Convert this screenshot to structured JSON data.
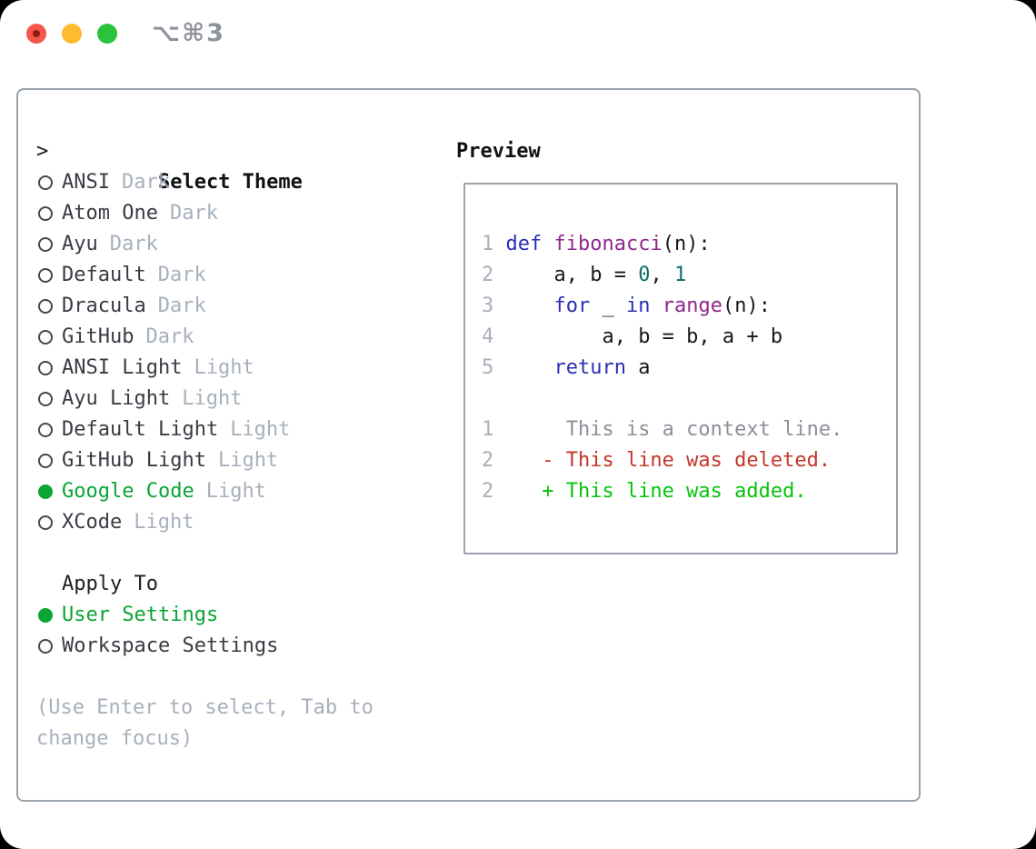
{
  "window": {
    "shortcut": "⌥⌘3",
    "traffic_lights": [
      "close",
      "minimize",
      "zoom"
    ]
  },
  "colors": {
    "accent_green": "#0aa534",
    "muted_gray": "#a8b0bc",
    "panel_border": "#9aa2ac",
    "diff_added": "#06c30c",
    "diff_deleted": "#c2382a",
    "diff_context": "#8b9099",
    "syntax_keyword": "#2b2fb5",
    "syntax_function": "#90278e",
    "syntax_literal": "#0a6e66",
    "traffic_red": "#f4564d",
    "traffic_yellow": "#fdbc2f",
    "traffic_green": "#2dc23c"
  },
  "theme_menu": {
    "prompt": ">",
    "title": "Select Theme",
    "items": [
      {
        "name": "ANSI",
        "variant": "Dark",
        "selected": false
      },
      {
        "name": "Atom One",
        "variant": "Dark",
        "selected": false
      },
      {
        "name": "Ayu",
        "variant": "Dark",
        "selected": false
      },
      {
        "name": "Default",
        "variant": "Dark",
        "selected": false
      },
      {
        "name": "Dracula",
        "variant": "Dark",
        "selected": false
      },
      {
        "name": "GitHub",
        "variant": "Dark",
        "selected": false
      },
      {
        "name": "ANSI Light",
        "variant": "Light",
        "selected": false
      },
      {
        "name": "Ayu Light",
        "variant": "Light",
        "selected": false
      },
      {
        "name": "Default Light",
        "variant": "Light",
        "selected": false
      },
      {
        "name": "GitHub Light",
        "variant": "Light",
        "selected": false
      },
      {
        "name": "Google Code",
        "variant": "Light",
        "selected": true
      },
      {
        "name": "XCode",
        "variant": "Light",
        "selected": false
      }
    ]
  },
  "apply_to": {
    "title": "Apply To",
    "options": [
      {
        "label": "User Settings",
        "selected": true
      },
      {
        "label": "Workspace Settings",
        "selected": false
      }
    ]
  },
  "help_lines": [
    "(Use Enter to select, Tab to",
    "change focus)"
  ],
  "preview": {
    "title": "Preview",
    "lines": [
      {
        "num": "1",
        "tokens": [
          {
            "c": "pln",
            "t": " "
          },
          {
            "c": "kwd",
            "t": "def"
          },
          {
            "c": "pln",
            "t": " "
          },
          {
            "c": "typ",
            "t": "fibonacci"
          },
          {
            "c": "pln",
            "t": "(n):"
          }
        ]
      },
      {
        "num": "2",
        "tokens": [
          {
            "c": "pln",
            "t": "     a, b = "
          },
          {
            "c": "lit",
            "t": "0"
          },
          {
            "c": "pln",
            "t": ", "
          },
          {
            "c": "lit",
            "t": "1"
          }
        ]
      },
      {
        "num": "3",
        "tokens": [
          {
            "c": "pln",
            "t": "     "
          },
          {
            "c": "kwd",
            "t": "for"
          },
          {
            "c": "pln",
            "t": " _ "
          },
          {
            "c": "kwd",
            "t": "in"
          },
          {
            "c": "pln",
            "t": " "
          },
          {
            "c": "typ",
            "t": "range"
          },
          {
            "c": "pln",
            "t": "(n):"
          }
        ]
      },
      {
        "num": "4",
        "tokens": [
          {
            "c": "pln",
            "t": "         a, b = b, a + b"
          }
        ]
      },
      {
        "num": "5",
        "tokens": [
          {
            "c": "pln",
            "t": "     "
          },
          {
            "c": "kwd",
            "t": "return"
          },
          {
            "c": "pln",
            "t": " a"
          }
        ]
      },
      {
        "num": "",
        "tokens": []
      },
      {
        "num": "1",
        "tokens": [
          {
            "c": "ctx",
            "t": "      This is a context line."
          }
        ]
      },
      {
        "num": "2",
        "tokens": [
          {
            "c": "del",
            "t": "    - This line was deleted."
          }
        ]
      },
      {
        "num": "2",
        "tokens": [
          {
            "c": "add",
            "t": "    + This line was added."
          }
        ]
      }
    ]
  }
}
